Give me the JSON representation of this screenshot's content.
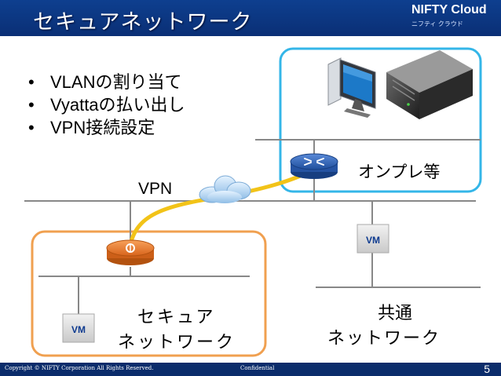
{
  "header": {
    "title": "セキュアネットワーク",
    "logo_main": "NIFTY Cloud",
    "logo_sub": "ニフティ クラウド"
  },
  "bullets": [
    "VLANの割り当て",
    "Vyattaの払い出し",
    "VPN接続設定"
  ],
  "labels": {
    "on_premise": "オンプレ等",
    "vpn": "VPN",
    "secure_line1": "セキュア",
    "secure_line2": "ネットワーク",
    "shared_line1": "共通",
    "shared_line2": "ネットワーク",
    "vm": "VM"
  },
  "colors": {
    "header_bg": "#0e3f8f",
    "onprem_border": "#34b6e8",
    "secure_border": "#f0a050",
    "vpn_line": "#f2c318",
    "footer_bg": "#0b2c6b"
  },
  "footer": {
    "copyright": "Copyright © NIFTY Corporation All Rights Reserved.",
    "confidential": "Confidential",
    "page": "5"
  }
}
